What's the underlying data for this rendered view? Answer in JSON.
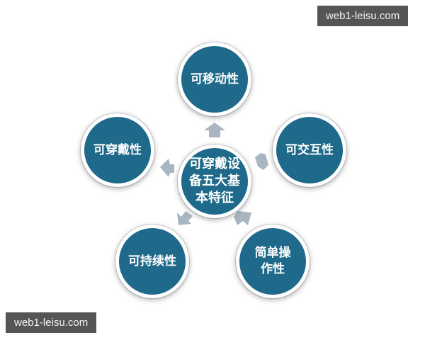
{
  "diagram": {
    "center": {
      "label": "可穿戴设备五大基本特征"
    },
    "nodes": [
      {
        "id": "mobility",
        "label": "可移动性"
      },
      {
        "id": "interactivity",
        "label": "可交互性"
      },
      {
        "id": "simplicity",
        "label": "简单操作性"
      },
      {
        "id": "sustainability",
        "label": "可持续性"
      },
      {
        "id": "wearability",
        "label": "可穿戴性"
      }
    ],
    "colors": {
      "node_fill": "#1f6a8a",
      "arrow": "#a9b6c2",
      "border": "#ffffff"
    }
  },
  "watermarks": {
    "top_right": "web1-leisu.com",
    "bottom_left": "web1-leisu.com"
  }
}
